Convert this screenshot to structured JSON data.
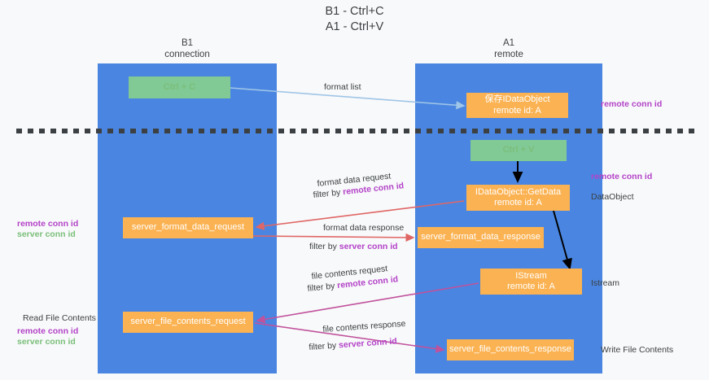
{
  "title": {
    "line1": "B1 - Ctrl+C",
    "line2": "A1 - Ctrl+V"
  },
  "columns": [
    {
      "name": "B1",
      "role": "connection"
    },
    {
      "name": "A1",
      "role": "remote"
    }
  ],
  "nodes": {
    "ctrl_c": {
      "label": "Ctrl + C",
      "color": "#81c995"
    },
    "save_dataobject": {
      "line1": "保存IDataObject",
      "line2": "remote id: A",
      "color": "#fbb252"
    },
    "ctrl_v": {
      "label": "Ctrl + V",
      "color": "#81c995"
    },
    "getdata": {
      "line1": "IDataObject::GetData",
      "line2": "remote id: A",
      "color": "#fbb252"
    },
    "server_format_data_request": {
      "label": "server_format_data_request",
      "color": "#fbb252"
    },
    "server_format_data_response": {
      "label": "server_format_data_response",
      "color": "#fbb252"
    },
    "istream": {
      "line1": "IStream",
      "line2": "remote id: A",
      "color": "#fbb252"
    },
    "server_file_contents_request": {
      "label": "server_file_contents_request",
      "color": "#fbb252"
    },
    "server_file_contents_response": {
      "label": "server_file_contents_response",
      "color": "#fbb252"
    }
  },
  "edge_labels": {
    "format_list": "format list",
    "format_data_request": "format data request",
    "filter_by": "filter by ",
    "remote_conn_id": "remote conn id",
    "server_conn_id": "server conn id",
    "format_data_response": "format data response",
    "file_contents_request": "file contents request",
    "file_contents_response": "file contents response"
  },
  "side_labels": {
    "remote_conn_id": "remote conn id",
    "server_conn_id": "server conn id",
    "dataobject": "DataObject",
    "istream": "Istream",
    "read_file_contents": "Read File Contents",
    "write_file_contents": "Write File Contents"
  },
  "colors": {
    "lane": "#4a86e1",
    "green_node": "#81c995",
    "orange_node": "#fbb252",
    "purple_text": "#b343c8",
    "green_text": "#7bbf7b",
    "red_arrow": "#e06666",
    "magenta_arrow": "#c0519c",
    "blue_arrow": "#9fc5e8",
    "black_arrow": "#000000",
    "background": "#f8f9fa",
    "divider": "#3c4043"
  }
}
